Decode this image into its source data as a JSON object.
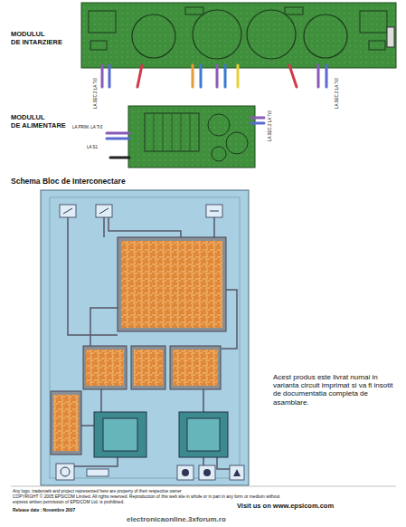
{
  "diagram": {
    "title": "Schema Bloc de Interconectare",
    "labels": [
      "MODULUL",
      "DE INTARZIERE",
      "LA SEC.2 LA Tr3",
      "LA SEC.2 LA Tr3",
      "MODULUL",
      "DE ALIMENTARE",
      "LA PRIM. LA Tr3",
      "LA S1",
      "LA SEC.2 LA Tr3",
      "Acest produs este livrat numai in varianta circuit imprimat si va fi insotit de documentatia completa de asamblare.",
      "Any logo, trademark and project represented here are property of their respective owner",
      "COPYRIGHT © 2005 EPSICOM Limited. All rights reserved. Reproduction of this web site in whole or in part in any form or medium without express written permission of EPSICOM Ltd. is prohibited.",
      "Release date : Novembre 2007",
      "Visit us on www.epsicom.com",
      "electronicaonline.3xforum.ro"
    ]
  }
}
